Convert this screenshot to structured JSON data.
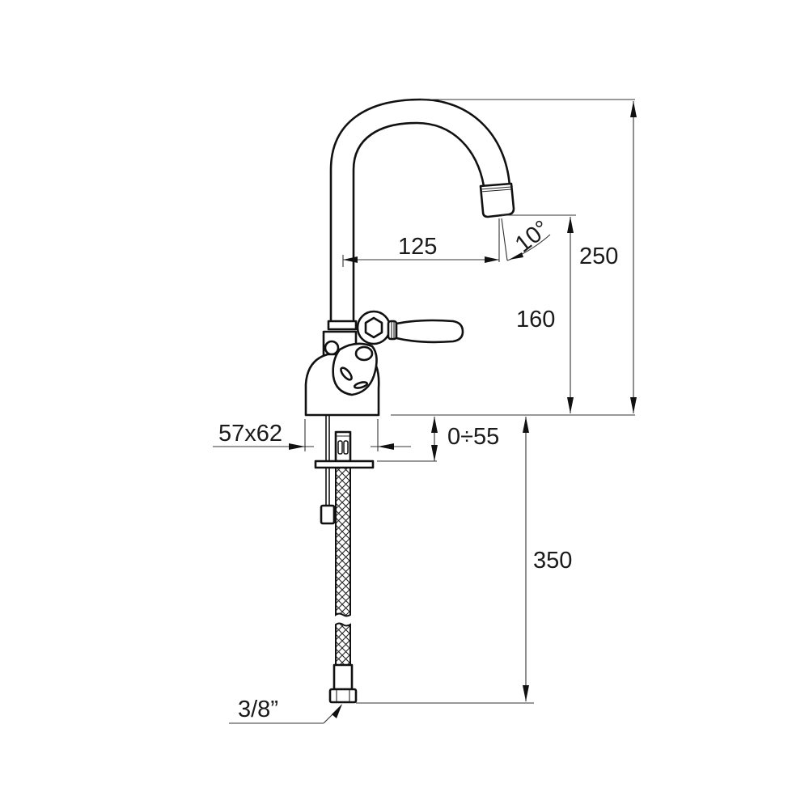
{
  "drawing": {
    "subject": "faucet",
    "line_color": "#111111",
    "background": "#ffffff"
  },
  "dimensions": {
    "spout_reach": {
      "value": "125"
    },
    "spout_angle": {
      "value": "10°"
    },
    "total_height": {
      "value": "250"
    },
    "outlet_height": {
      "value": "160"
    },
    "hole_size": {
      "value": "57x62"
    },
    "deck_thickness": {
      "value": "0÷55"
    },
    "hose_length": {
      "value": "350"
    },
    "connection": {
      "value": "3/8”"
    }
  }
}
